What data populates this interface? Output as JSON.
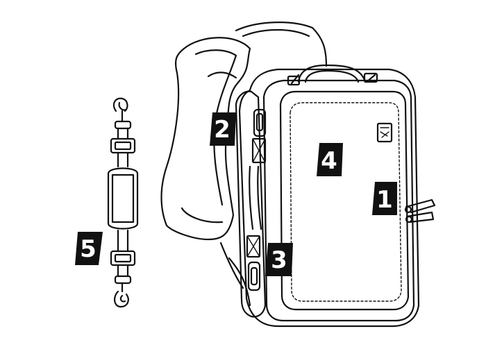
{
  "diagram": {
    "markers": [
      {
        "id": "callout-1",
        "text": "1"
      },
      {
        "id": "callout-2",
        "text": "2"
      },
      {
        "id": "callout-3",
        "text": "3"
      },
      {
        "id": "callout-4",
        "text": "4"
      },
      {
        "id": "callout-5",
        "text": "5"
      }
    ],
    "colors": {
      "line": "#111111",
      "fill": "#ffffff",
      "marker_bg": "#111111",
      "marker_text": "#ffffff"
    }
  }
}
